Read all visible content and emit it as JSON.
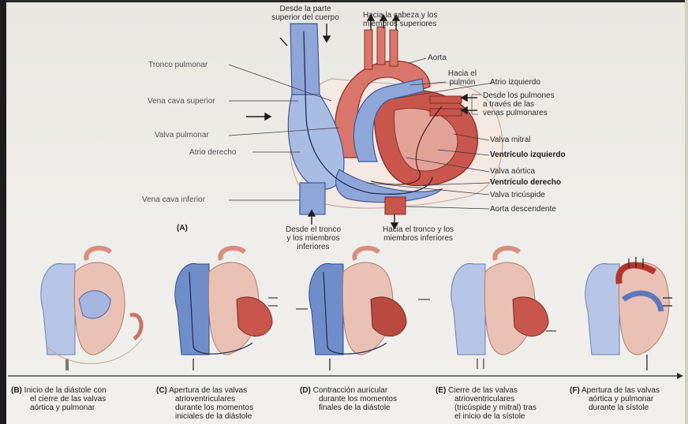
{
  "labels": {
    "desde_parte_1": "Desde la parte",
    "desde_parte_2": "superior del cuerpo",
    "hacia_cabeza_1": "Hacia la cabeza y los",
    "hacia_cabeza_2": "miembros superiores",
    "aorta": "Aorta",
    "hacia_pulmon_1": "Hacia el",
    "hacia_pulmon_2": "pulmón",
    "tronco_pulmonar": "Tronco pulmonar",
    "atrio_izquierdo": "Atrio izquierdo",
    "desde_pulmones_1": "Desde los pulmones",
    "desde_pulmones_2": "a través de las",
    "desde_pulmones_3": "venas pulmonares",
    "vena_cava_superior": "Vena cava superior",
    "valva_pulmonar": "Valva pulmonar",
    "valva_mitral": "Valva mitral",
    "atrio_derecho": "Atrio derecho",
    "ventriculo_izquierdo": "Ventrículo izquierdo",
    "valva_aortica": "Valva aórtica",
    "ventriculo_derecho": "Ventrículo derecho",
    "vena_cava_inferior": "Vena cava inferior",
    "valva_tricuspide": "Valva tricúspide",
    "aorta_descendente": "Aorta descendente",
    "panel_a": "(A)",
    "desde_tronco_1": "Desde el tronco",
    "desde_tronco_2": "y los miembros",
    "desde_tronco_3": "inferiores",
    "hacia_tronco_1": "Hacia el tronco y los",
    "hacia_tronco_2": "miembros inferiores"
  },
  "captions": [
    {
      "letter": "(B)",
      "lines": [
        "Inicio de la diástole con",
        "el cierre de las valvas",
        "aórtica y pulmonar"
      ]
    },
    {
      "letter": "(C)",
      "lines": [
        "Apertura de las valvas",
        "atrioventriculares",
        "durante los momentos",
        "iniciales de la diástole"
      ]
    },
    {
      "letter": "(D)",
      "lines": [
        "Contracción auricular",
        "durante los momentos",
        "finales de la diástole"
      ]
    },
    {
      "letter": "(E)",
      "lines": [
        "Cierre de las valvas",
        "atrioventriculares",
        "(tricúspide y mitral) tras",
        "el inicio de la sístole"
      ]
    },
    {
      "letter": "(F)",
      "lines": [
        "Apertura de las valvas",
        "aórtica y pulmonar",
        "durante la sístole"
      ]
    }
  ],
  "colors": {
    "vein_blue": "#8fa6d8",
    "vein_dark": "#5c79bd",
    "artery_red": "#d9756a",
    "artery_dark": "#a83c33",
    "muscle_pink": "#e8b0a2",
    "outline": "#2b2b2b"
  }
}
